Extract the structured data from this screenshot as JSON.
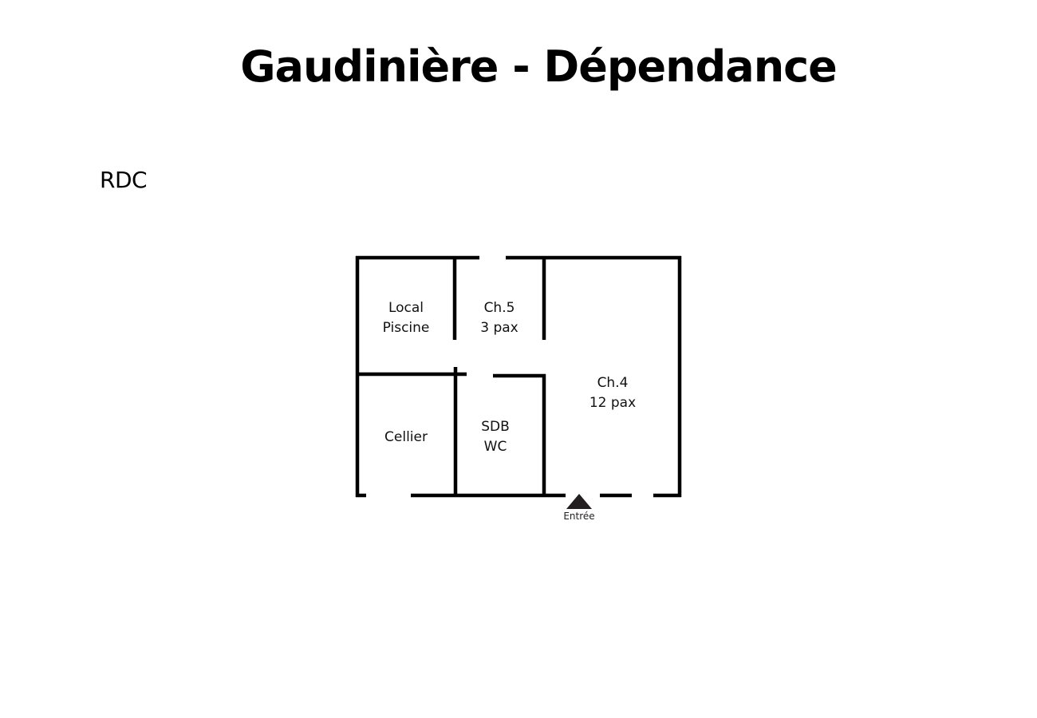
{
  "header": {
    "title": "Gaudinière - Dépendance"
  },
  "level": {
    "label": "RDC"
  },
  "floor_plan": {
    "wall_color": "#000000",
    "entrance_marker_color": "#231f20",
    "rooms": [
      {
        "id": "local-piscine",
        "lines": [
          "Local",
          "Piscine"
        ]
      },
      {
        "id": "ch5",
        "lines": [
          "Ch.5",
          "3 pax"
        ]
      },
      {
        "id": "ch4",
        "lines": [
          "Ch.4",
          "12 pax"
        ]
      },
      {
        "id": "cellier",
        "lines": [
          "Cellier"
        ]
      },
      {
        "id": "sdb-wc",
        "lines": [
          "SDB",
          "WC"
        ]
      }
    ],
    "entrance": {
      "label": "Entrée",
      "icon": "triangle-up-icon"
    }
  }
}
